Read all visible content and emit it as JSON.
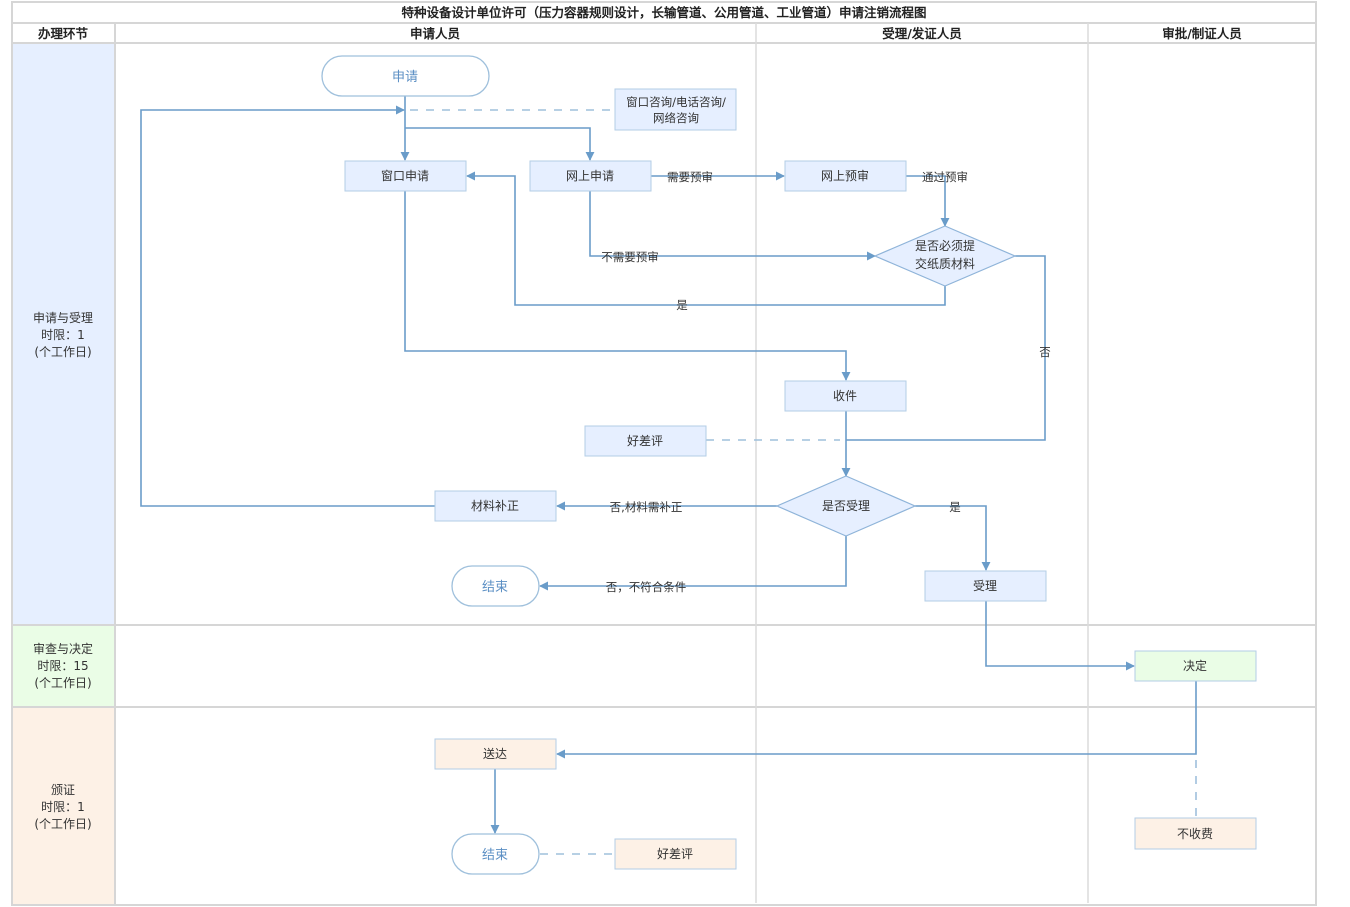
{
  "title": "特种设备设计单位许可（压力容器规则设计，长输管道、公用管道、工业管道）申请注销流程图",
  "header": {
    "stage_column": "办理环节",
    "lanes": [
      "申请人员",
      "受理/发证人员",
      "审批/制证人员"
    ]
  },
  "stages": [
    {
      "name": "申请与受理",
      "limit": "时限：1",
      "unit": "(个工作日)",
      "color": "#e6efff"
    },
    {
      "name": "审查与决定",
      "limit": "时限：15",
      "unit": "(个工作日)",
      "color": "#eafde6"
    },
    {
      "name": "颁证",
      "limit": "时限：1",
      "unit": "(个工作日)",
      "color": "#fdf1e6"
    }
  ],
  "colors": {
    "line": "#6a9cc9",
    "node_border": "#a9c4e0",
    "grid": "#d6d6d6",
    "terminal_text": "#5b8fc4"
  },
  "nodes": {
    "start": "申请",
    "consult": [
      "窗口咨询/电话咨询/",
      "网络咨询"
    ],
    "window_apply": "窗口申请",
    "online_apply": "网上申请",
    "online_precheck": "网上预审",
    "paper_decision": [
      "是否必须提",
      "交纸质材料"
    ],
    "receive": "收件",
    "rating1": "好差评",
    "accept_decision": "是否受理",
    "supplement": "材料补正",
    "end1": "结束",
    "accept": "受理",
    "decide": "决定",
    "deliver": "送达",
    "end2": "结束",
    "rating2": "好差评",
    "no_fee": "不收费"
  },
  "edge_labels": {
    "need_precheck": "需要预审",
    "pass_precheck": "通过预审",
    "no_precheck": "不需要预审",
    "yes_paper": "是",
    "no_paper": "否",
    "need_supplement": "否,材料需补正",
    "not_qualified": "否，不符合条件",
    "yes_accept": "是"
  }
}
